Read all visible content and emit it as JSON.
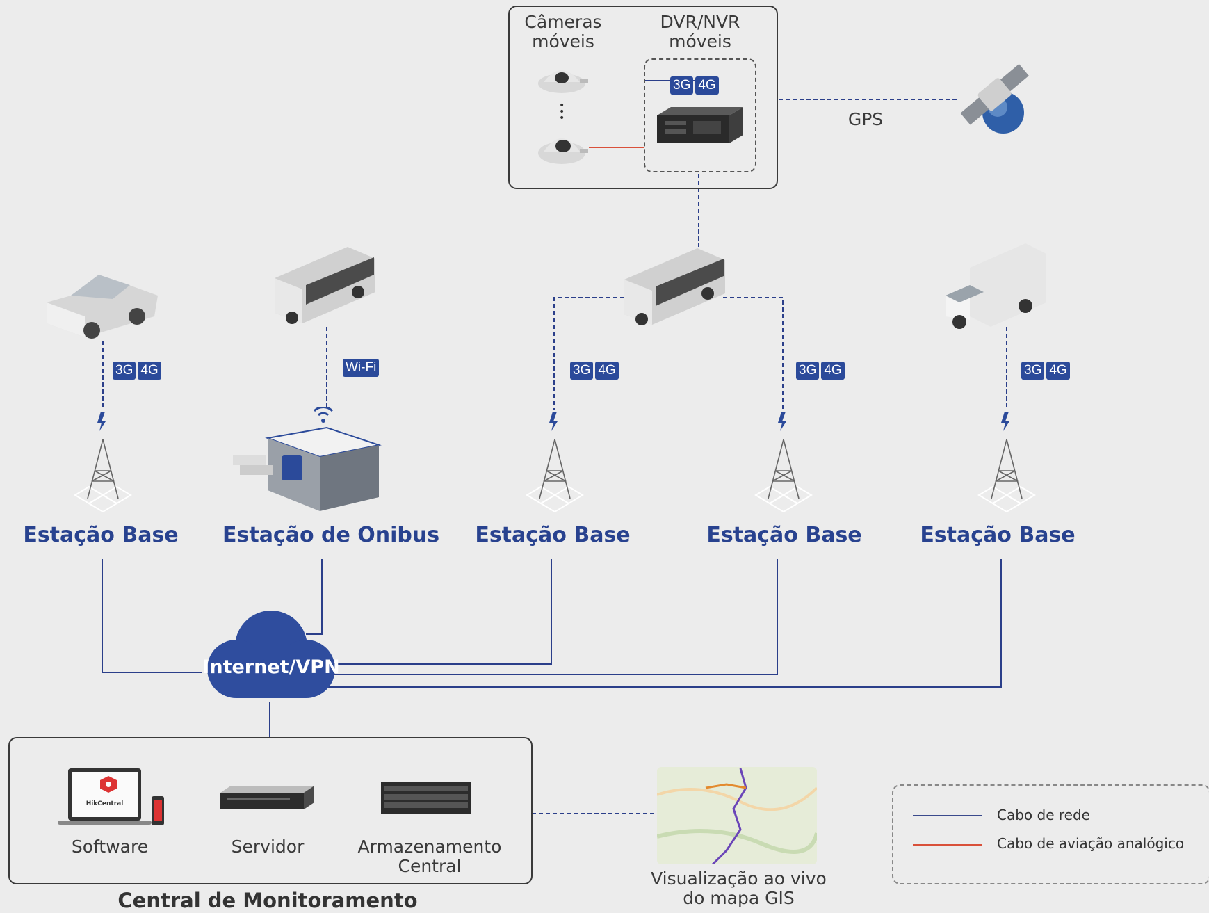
{
  "vehicle_unit": {
    "cameras_label": "Câmeras\nmóveis",
    "dvr_label": "DVR/NVR\nmóveis",
    "dvr_badge": [
      "3G",
      "4G"
    ]
  },
  "gps_label": "GPS",
  "links": {
    "car": [
      "3G",
      "4G"
    ],
    "bus": "Wi-Fi",
    "bus_left": [
      "3G",
      "4G"
    ],
    "bus_right": [
      "3G",
      "4G"
    ],
    "truck": [
      "3G",
      "4G"
    ]
  },
  "stations": [
    "Estação Base",
    "Estação de Onibus",
    "Estação Base",
    "Estação Base",
    "Estação Base"
  ],
  "cloud_label": "Internet/VPN",
  "central": {
    "title": "Central de Monitoramento",
    "items": [
      "Software",
      "Servidor",
      "Armazenamento\nCentral"
    ],
    "software_brand": "HikCentral"
  },
  "gis_label": "Visualização ao vivo\ndo mapa GIS",
  "legend": [
    {
      "label": "Cabo de rede",
      "color": "#3a4a8c"
    },
    {
      "label": "Cabo de aviação analógico",
      "color": "#d9503a"
    }
  ],
  "colors": {
    "brand_blue": "#28428f",
    "cloud_blue": "#2f4d9e"
  }
}
